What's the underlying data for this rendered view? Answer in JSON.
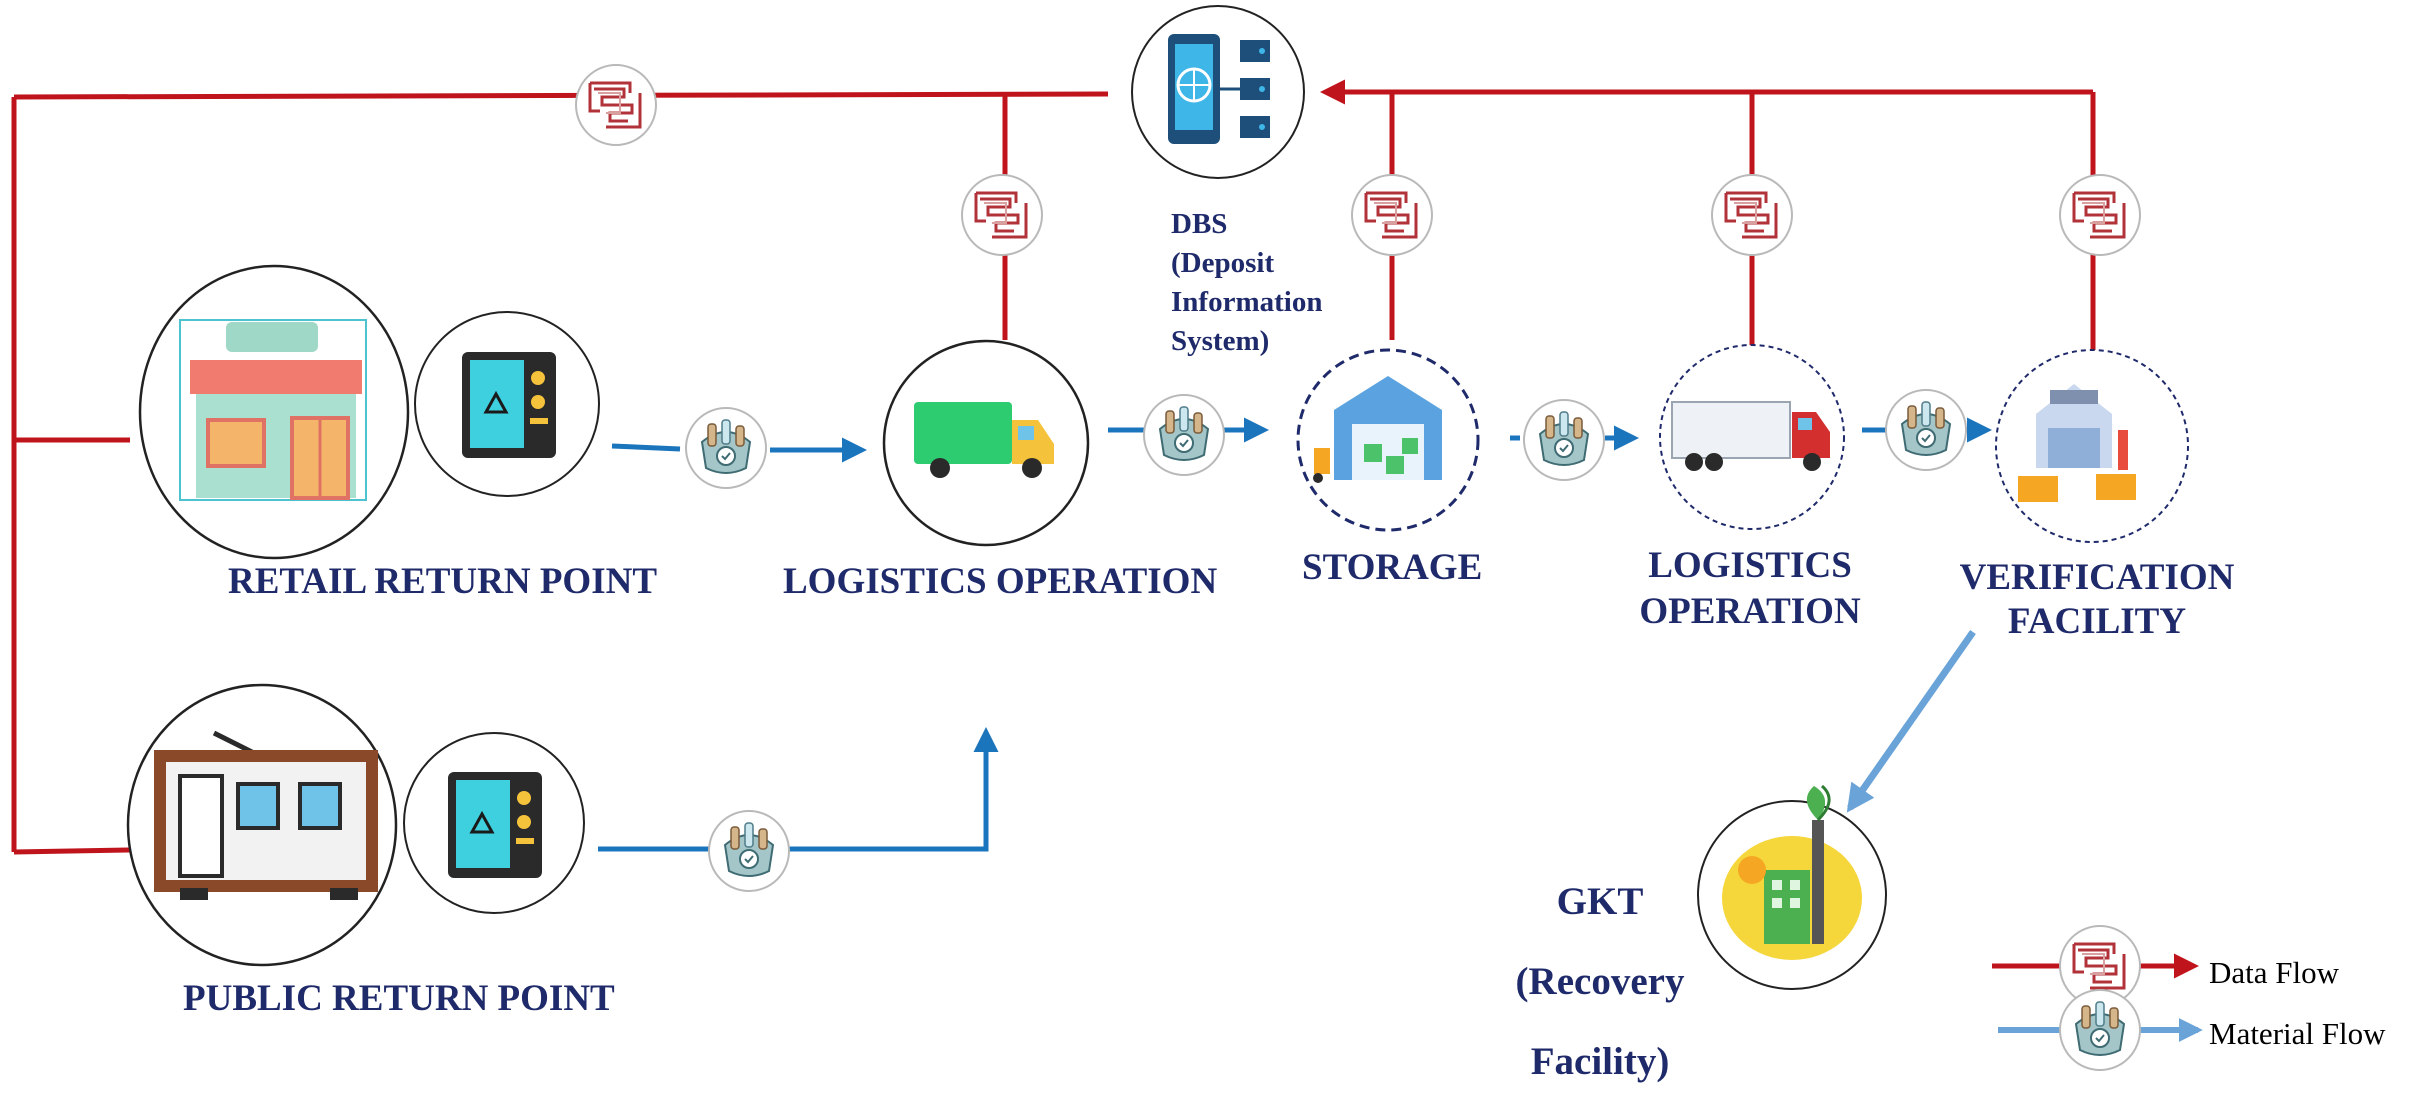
{
  "nodes": {
    "retail_return_point": "RETAIL RETURN POINT",
    "public_return_point": "PUBLIC RETURN POINT",
    "logistics_operation_1": "LOGISTICS OPERATION",
    "dbs_label": "DBS (Deposit Information System)",
    "storage": "STORAGE",
    "logistics_operation_2_line1": "LOGISTICS",
    "logistics_operation_2_line2": "OPERATION",
    "verification_facility_line1": "VERIFICATION",
    "verification_facility_line2": "FACILITY",
    "gkt_line1": "GKT",
    "gkt_line2": "(Recovery",
    "gkt_line3": "Facility)"
  },
  "legend": {
    "data_flow": "Data Flow",
    "material_flow": "Material Flow"
  },
  "colors": {
    "data_flow": "#c0141c",
    "material_flow": "#1b75bc",
    "material_flow_light": "#6aa3d8",
    "label_text": "#1f2a6b"
  },
  "icons": {
    "retail_store": "store-icon",
    "vending_machine": "reverse-vending-machine-icon",
    "kiosk": "public-kiosk-icon",
    "truck_small": "delivery-truck-icon",
    "warehouse": "warehouse-icon",
    "truck_large": "semi-truck-icon",
    "verification": "verification-warehouse-icon",
    "database": "database-server-icon",
    "recovery": "recycling-plant-icon",
    "data_token": "rfid-chip-icon",
    "material_token": "bottle-bag-icon"
  }
}
